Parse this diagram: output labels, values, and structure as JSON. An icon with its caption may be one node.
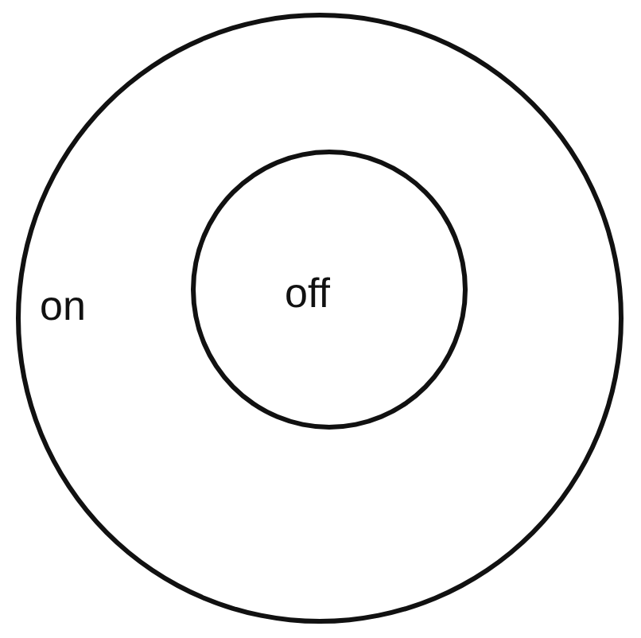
{
  "diagram": {
    "nodes": [
      {
        "text": [
          "on"
        ]
      },
      {
        "text": [
          "off"
        ],
        "in": 0
      }
    ]
  }
}
